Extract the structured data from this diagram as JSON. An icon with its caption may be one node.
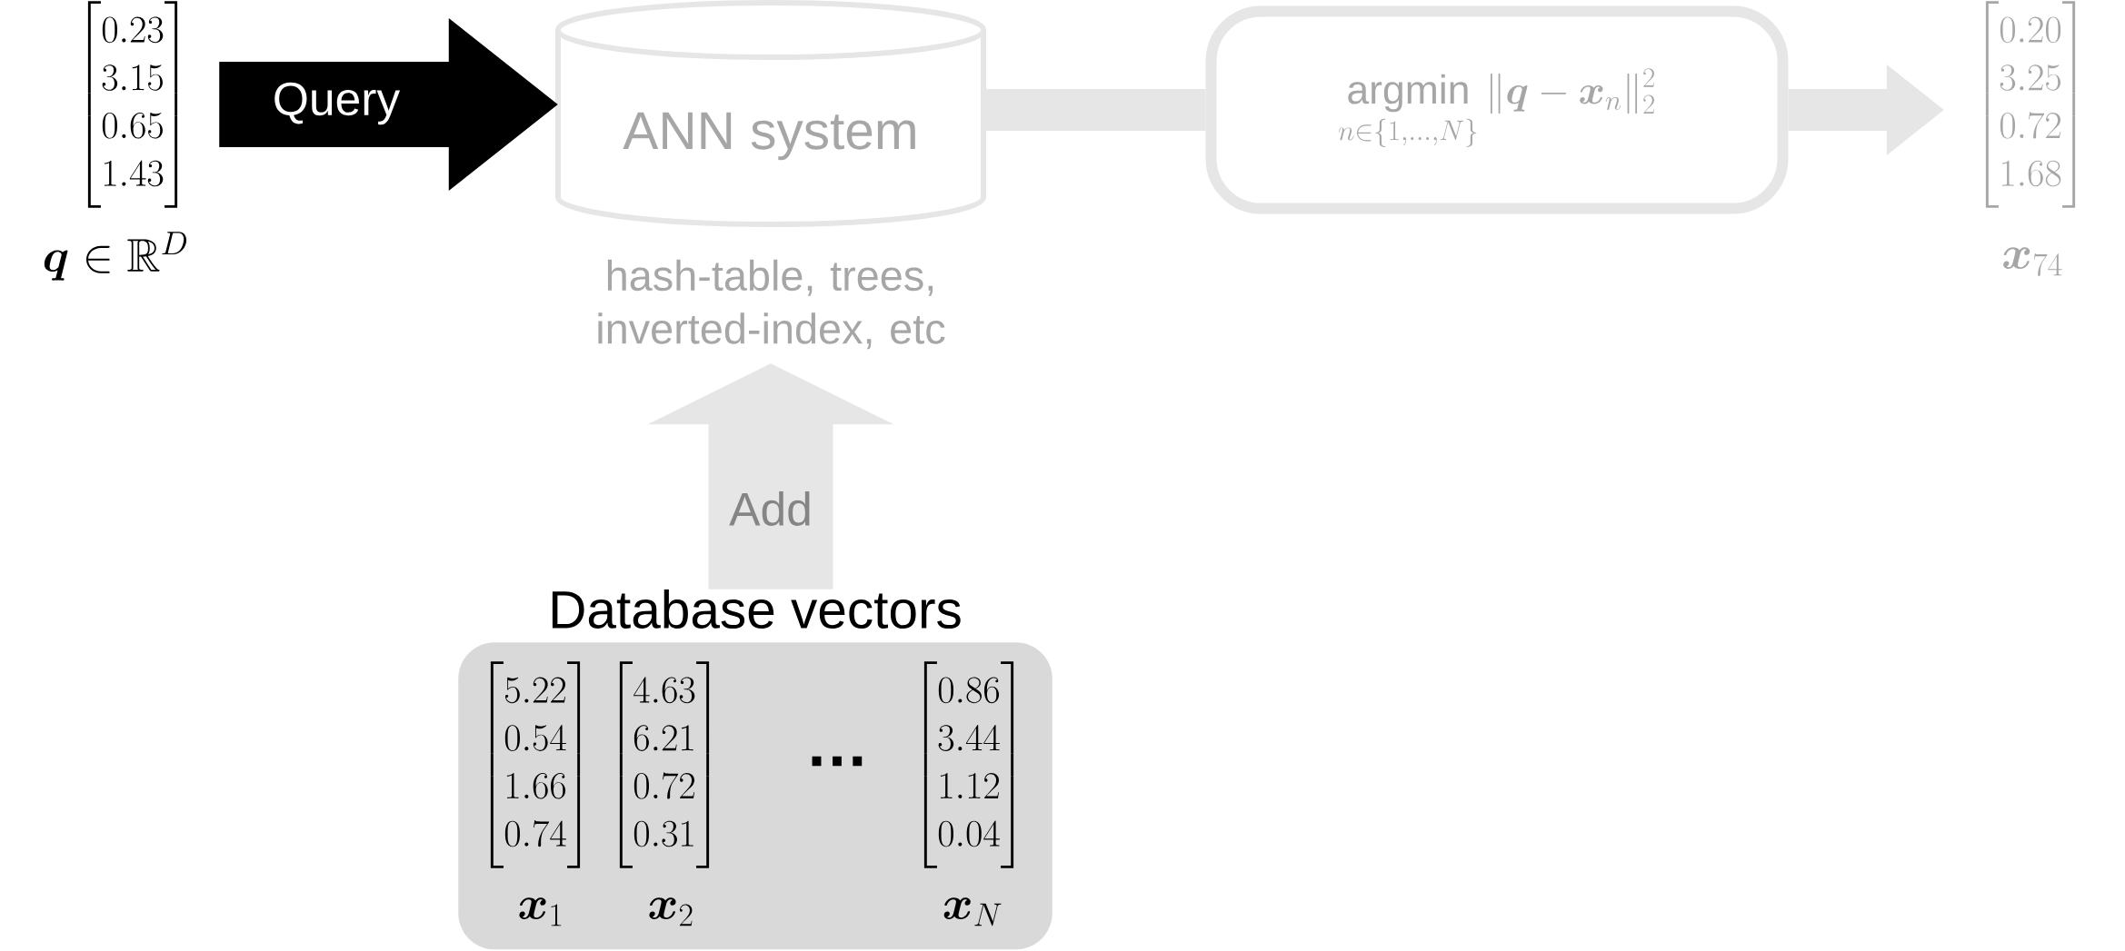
{
  "diagram": {
    "nodes": [
      {
        "text": [
          "\\begin{bmatrix}0.23\\\\3.15\\\\0.65\\\\1.43\\end{bmatrix}"
        ],
        "beside": [
          "\\boldsymbol{q} \\in \\mathbb{R}^{D}"
        ]
      },
      {
        "text": [
          "ANN system"
        ],
        "beside": [
          "hash-table, trees, inverted-index, etc"
        ]
      },
      {
        "text": [
          "\\operatorname*{argmin}_{n\\in\\{1,\\ldots,N\\}} \\|\\boldsymbol{q}-\\boldsymbol{x}_{n}\\|_{2}^{2}"
        ]
      },
      {
        "text": [
          "\\begin{bmatrix}0.20\\\\3.25\\\\0.72\\\\1.68\\end{bmatrix}"
        ],
        "beside": [
          "\\boldsymbol{x}_{74}"
        ]
      },
      {
        "text": [
          "Database vectors"
        ]
      },
      {
        "text": [
          "\\begin{bmatrix}5.22\\\\0.54\\\\1.66\\\\0.74\\end{bmatrix}"
        ],
        "beside": [
          "\\boldsymbol{x}_{1}"
        ],
        "in": 4
      },
      {
        "text": [
          "\\begin{bmatrix}4.63\\\\6.21\\\\0.72\\\\0.31\\end{bmatrix}"
        ],
        "beside": [
          "\\boldsymbol{x}_{2}"
        ],
        "in": 4
      },
      {
        "text": [
          "\\begin{bmatrix}0.86\\\\3.44\\\\1.12\\\\0.04\\end{bmatrix}"
        ],
        "beside": [
          "\\boldsymbol{x}_{N}"
        ],
        "in": 4
      }
    ],
    "edges": [
      {
        "from": 0,
        "to": 1,
        "arrow": "to",
        "label": "Query",
        "style": "thick",
        "color": "#000000"
      },
      {
        "from": 1,
        "to": 2,
        "arrow": "none"
      },
      {
        "from": 2,
        "to": 3,
        "arrow": "to"
      },
      {
        "from": 4,
        "to": 1,
        "arrow": "to",
        "label": "Add",
        "style": "thick"
      }
    ],
    "labels": [
      "…"
    ]
  }
}
